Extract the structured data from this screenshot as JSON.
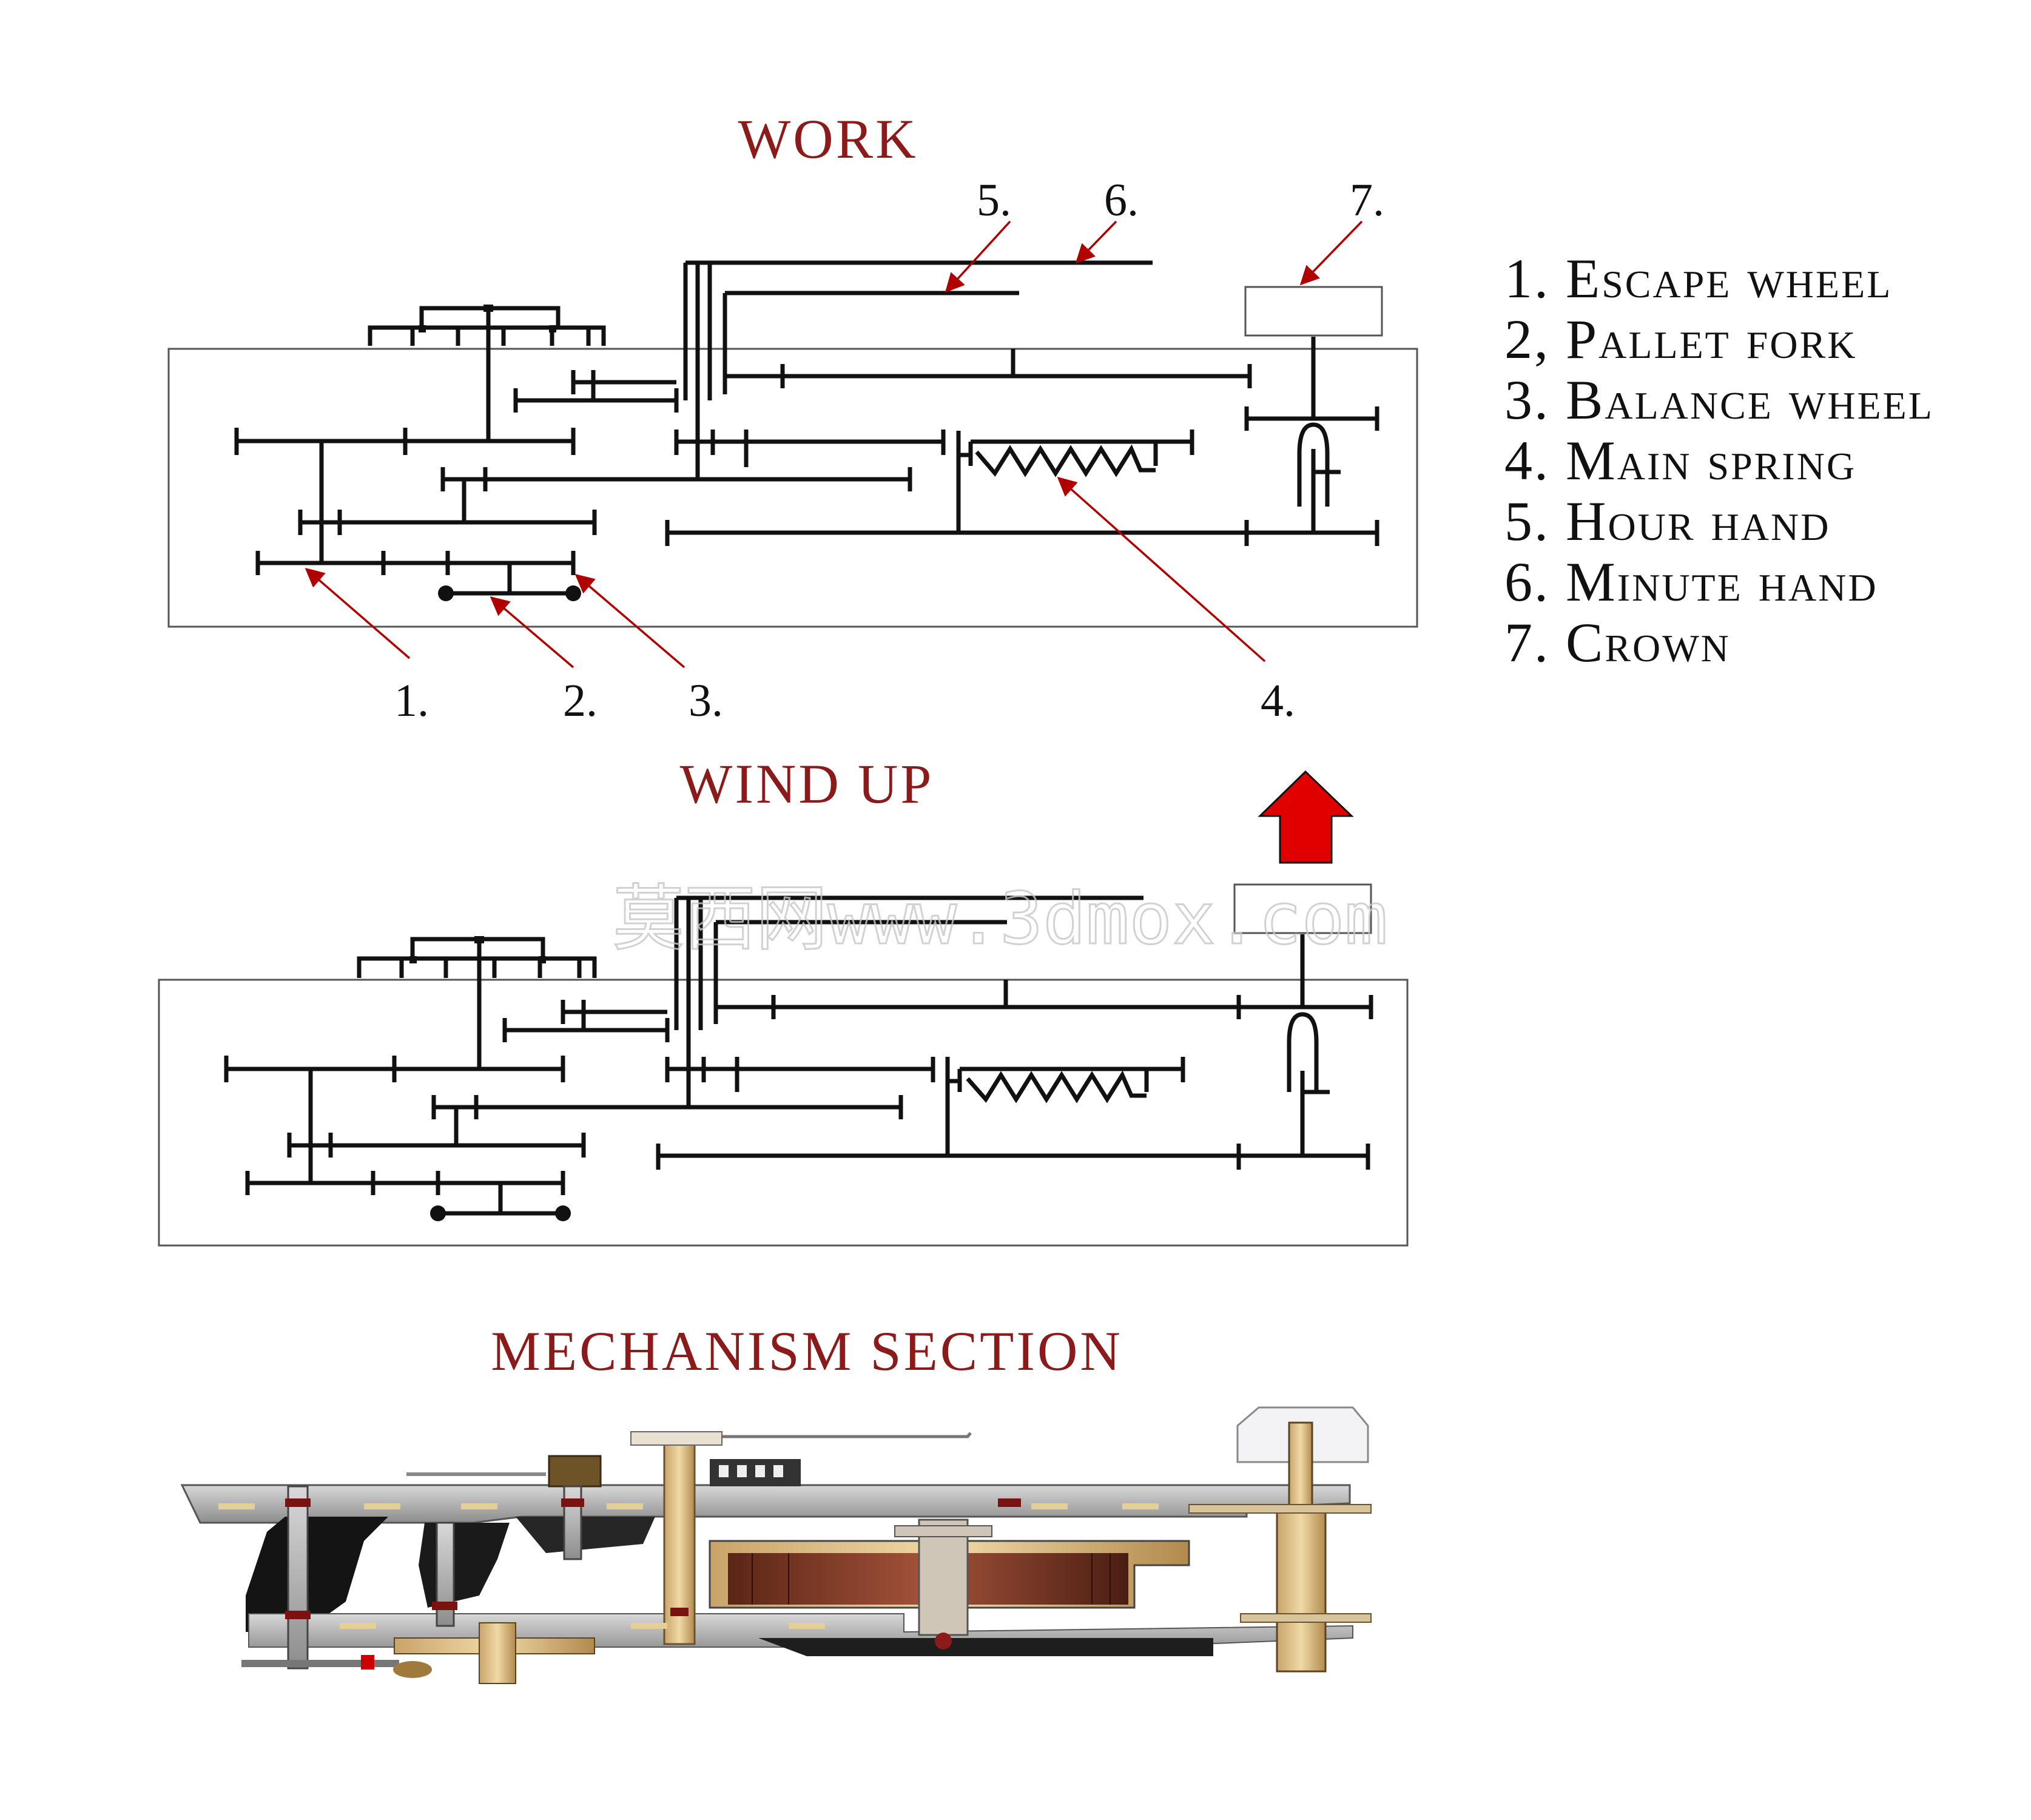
{
  "titles": {
    "work": "WORK",
    "wind_up": "WIND UP",
    "section": "MECHANISM SECTION"
  },
  "callouts": {
    "n1": "1.",
    "n2": "2.",
    "n3": "3.",
    "n4": "4.",
    "n5": "5.",
    "n6": "6.",
    "n7": "7."
  },
  "legend": [
    "1. Escape wheel",
    "2, Pallet fork",
    "3. Balance wheel",
    "4. Main spring",
    "5. Hour hand",
    "6. Minute hand",
    "7. Crown"
  ],
  "watermark": "莫西网www.3dmox.com",
  "colors": {
    "title": "#8b1a1a",
    "callout_arrow": "#b00000",
    "lift_arrow": "#e00000",
    "line": "#111111"
  },
  "icons": {
    "lift_arrow": "red-up-arrow-icon"
  }
}
